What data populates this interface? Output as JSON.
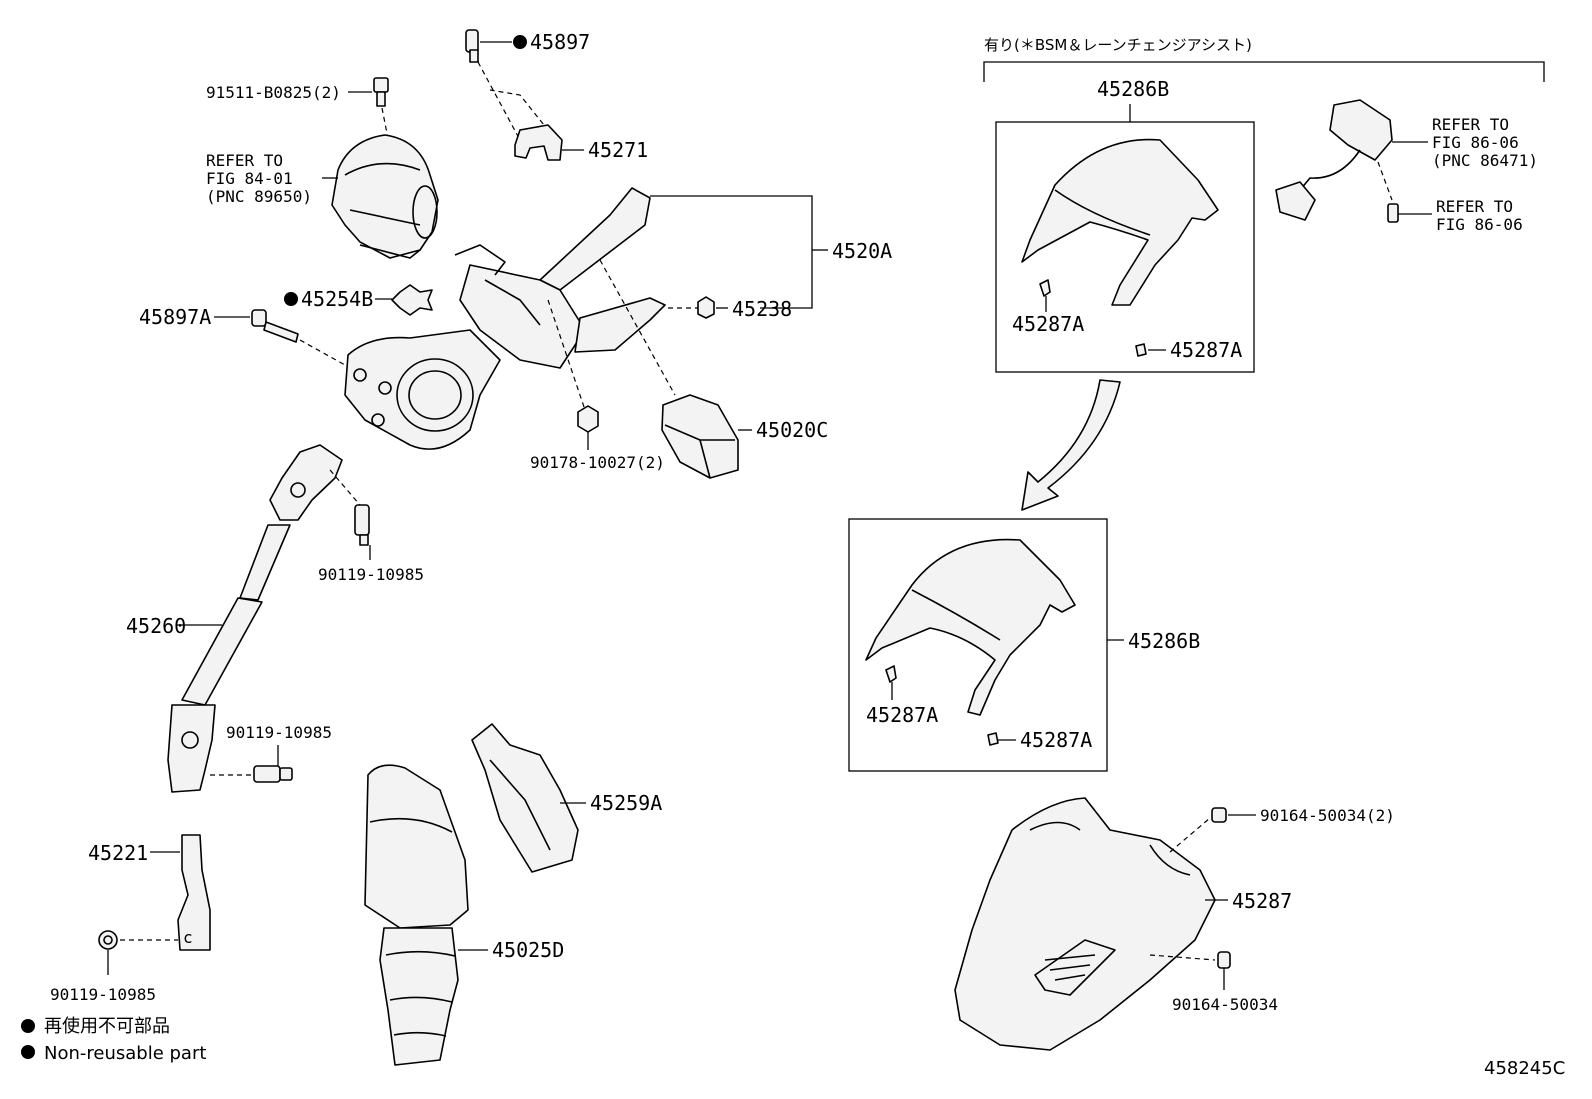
{
  "diagram": {
    "figure_code": "458245C",
    "bsm_note": "有り(＊BSM＆レーンチェンジアシスト)",
    "parts": {
      "p45897": "45897",
      "p91511": "91511-B0825(2)",
      "ref84_l1": "REFER TO",
      "ref84_l2": "FIG 84-01",
      "ref84_l3": "(PNC 89650)",
      "p45271": "45271",
      "p4520A": "4520A",
      "p45254B": "45254B",
      "p45238": "45238",
      "p45897A": "45897A",
      "p90178": "90178-10027(2)",
      "p45020C": "45020C",
      "p90119_a": "90119-10985",
      "p45260": "45260",
      "p90119_b": "90119-10985",
      "p45221": "45221",
      "p90119_c": "90119-10985",
      "p45259A": "45259A",
      "p45025D": "45025D",
      "p45286B_top": "45286B",
      "p45287A_1": "45287A",
      "p45287A_2": "45287A",
      "ref86a_l1": "REFER TO",
      "ref86a_l2": "FIG 86-06",
      "ref86a_l3": "(PNC 86471)",
      "ref86b_l1": "REFER TO",
      "ref86b_l2": "FIG 86-06",
      "p45286B_bot": "45286B",
      "p45287A_3": "45287A",
      "p45287A_4": "45287A",
      "p90164_a": "90164-50034(2)",
      "p45287": "45287",
      "p90164_b": "90164-50034"
    },
    "legend": {
      "jp": "再使用不可部品",
      "en": "Non-reusable part"
    }
  }
}
